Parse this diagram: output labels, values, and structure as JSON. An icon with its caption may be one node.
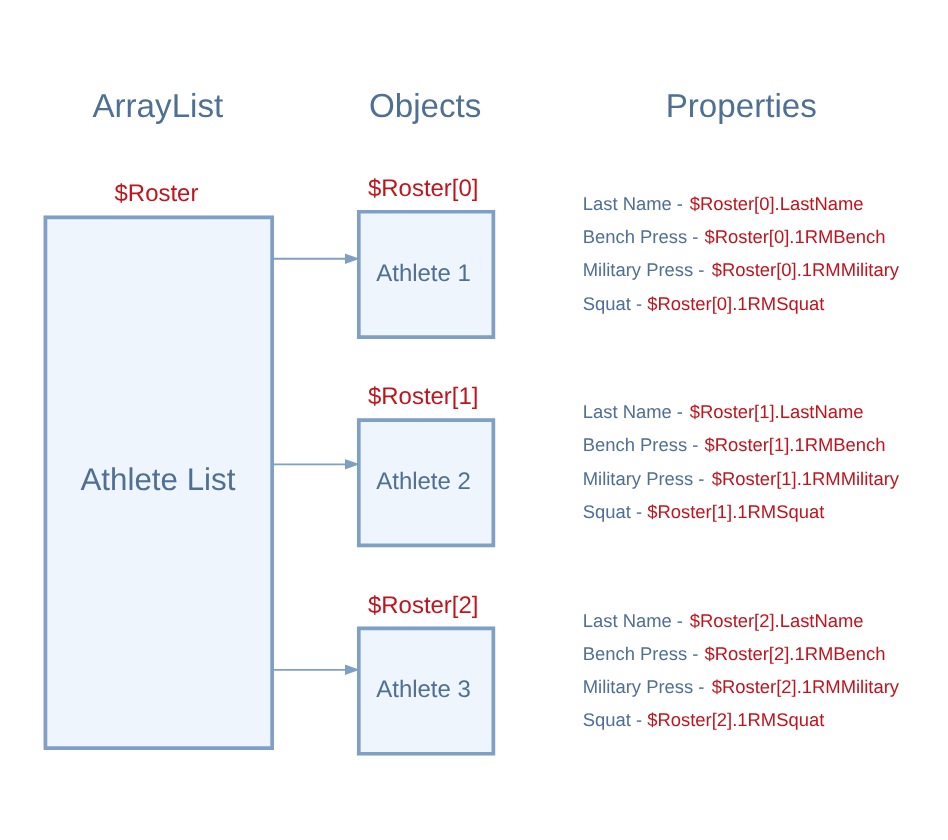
{
  "diagram": {
    "nodes": [
      {
        "text": [
          "Athlete List"
        ],
        "beside": [
          "$Roster"
        ]
      },
      {
        "text": [
          "Athlete 1"
        ],
        "beside": [
          "$Roster[0]"
        ]
      },
      {
        "text": [
          "Athlete 2"
        ],
        "beside": [
          "$Roster[1]"
        ]
      },
      {
        "text": [
          "Athlete 3"
        ],
        "beside": [
          "$Roster[2]"
        ]
      }
    ],
    "edges": [
      {
        "from": 0,
        "to": 1,
        "arrow": "to"
      },
      {
        "from": 0,
        "to": 2,
        "arrow": "to"
      },
      {
        "from": 0,
        "to": 3,
        "arrow": "to"
      }
    ],
    "labels": [
      "ArrayList",
      "Objects",
      "Properties",
      "Last Name - $Roster[0].LastName",
      "Bench Press - $Roster[0].1RMBench",
      "Military Press - $Roster[0].1RMMilitary",
      "Squat - $Roster[0].1RMSquat",
      "Last Name - $Roster[1].LastName",
      "Bench Press - $Roster[1].1RMBench",
      "Military Press - $Roster[1].1RMMilitary",
      "Squat - $Roster[1].1RMSquat",
      "Last Name - $Roster[2].LastName",
      "Bench Press - $Roster[2].1RMBench",
      "Military Press - $Roster[2].1RMMilitary",
      "Squat - $Roster[2].1RMSquat"
    ]
  }
}
